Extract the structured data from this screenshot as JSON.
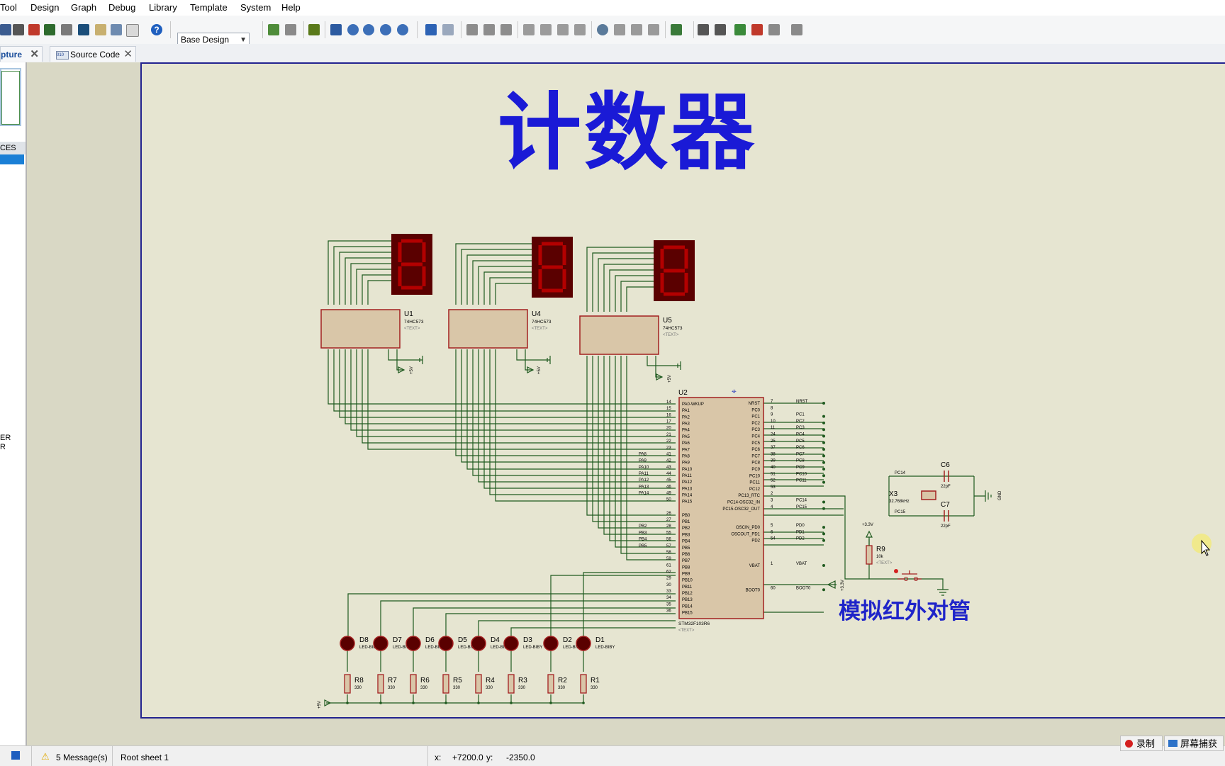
{
  "menu": [
    "Tool",
    "Design",
    "Graph",
    "Debug",
    "Library",
    "Template",
    "System",
    "Help"
  ],
  "toolbar": {
    "design_select": "Base Design"
  },
  "tabs": [
    {
      "label": "pture"
    },
    {
      "label": "Source Code"
    }
  ],
  "left_panel": {
    "header": "CES",
    "items": [
      "ER",
      "R"
    ]
  },
  "sheet": {
    "title": "计数器",
    "subtitle": "模拟红外对管",
    "components": {
      "latches": [
        {
          "ref": "U1",
          "part": "74HC573",
          "text": "<TEXT>"
        },
        {
          "ref": "U4",
          "part": "74HC573",
          "text": "<TEXT>"
        },
        {
          "ref": "U5",
          "part": "74HC573",
          "text": "<TEXT>"
        }
      ],
      "mcu": {
        "ref": "U2",
        "part": "STM32F103R6",
        "text": "<TEXT>"
      },
      "crystal": {
        "ref": "X3",
        "value": "32.768kHz"
      },
      "capacitors": [
        {
          "ref": "C6",
          "value": "22pF"
        },
        {
          "ref": "C7",
          "value": "22pF"
        }
      ],
      "pullup": {
        "ref": "R9",
        "value": "10k",
        "text": "<TEXT>"
      },
      "leds": [
        "D8",
        "D7",
        "D6",
        "D5",
        "D4",
        "D3",
        "D2",
        "D1"
      ],
      "led_part": "LED-BIBY",
      "resistors": [
        "R8",
        "R7",
        "R6",
        "R5",
        "R4",
        "R3",
        "R2",
        "R1"
      ],
      "resistor_value": "330",
      "mcu_left_pins": [
        {
          "num": "14",
          "name": "PA0-WKUP"
        },
        {
          "num": "15",
          "name": "PA1"
        },
        {
          "num": "16",
          "name": "PA2"
        },
        {
          "num": "17",
          "name": "PA3"
        },
        {
          "num": "20",
          "name": "PA4"
        },
        {
          "num": "21",
          "name": "PA5"
        },
        {
          "num": "22",
          "name": "PA6"
        },
        {
          "num": "23",
          "name": "PA7"
        },
        {
          "num": "41",
          "name": "PA8",
          "net": "PA8"
        },
        {
          "num": "42",
          "name": "PA9",
          "net": "PA9"
        },
        {
          "num": "43",
          "name": "PA10",
          "net": "PA10"
        },
        {
          "num": "44",
          "name": "PA11",
          "net": "PA11"
        },
        {
          "num": "45",
          "name": "PA12",
          "net": "PA12"
        },
        {
          "num": "46",
          "name": "PA13",
          "net": "PA13"
        },
        {
          "num": "49",
          "name": "PA14",
          "net": "PA14"
        },
        {
          "num": "50",
          "name": "PA15"
        },
        {
          "num": "26",
          "name": "PB0"
        },
        {
          "num": "27",
          "name": "PB1"
        },
        {
          "num": "28",
          "name": "PB2",
          "net": "PB2"
        },
        {
          "num": "55",
          "name": "PB3",
          "net": "PB3"
        },
        {
          "num": "56",
          "name": "PB4",
          "net": "PB4"
        },
        {
          "num": "57",
          "name": "PB5",
          "net": "PB5"
        },
        {
          "num": "58",
          "name": "PB6"
        },
        {
          "num": "59",
          "name": "PB7"
        },
        {
          "num": "61",
          "name": "PB8"
        },
        {
          "num": "62",
          "name": "PB9"
        },
        {
          "num": "29",
          "name": "PB10"
        },
        {
          "num": "30",
          "name": "PB11"
        },
        {
          "num": "33",
          "name": "PB12"
        },
        {
          "num": "34",
          "name": "PB13"
        },
        {
          "num": "35",
          "name": "PB14"
        },
        {
          "num": "36",
          "name": "PB15"
        }
      ],
      "mcu_right_pins": [
        {
          "num": "7",
          "name": "NRST",
          "net": "NRST"
        },
        {
          "num": "8",
          "name": "PC0"
        },
        {
          "num": "9",
          "name": "PC1",
          "net": "PC1"
        },
        {
          "num": "10",
          "name": "PC2",
          "net": "PC2"
        },
        {
          "num": "11",
          "name": "PC3",
          "net": "PC3"
        },
        {
          "num": "24",
          "name": "PC4",
          "net": "PC4"
        },
        {
          "num": "25",
          "name": "PC5",
          "net": "PC5"
        },
        {
          "num": "37",
          "name": "PC6",
          "net": "PC6"
        },
        {
          "num": "38",
          "name": "PC7",
          "net": "PC7"
        },
        {
          "num": "39",
          "name": "PC8",
          "net": "PC8"
        },
        {
          "num": "40",
          "name": "PC9",
          "net": "PC9"
        },
        {
          "num": "51",
          "name": "PC10",
          "net": "PC10"
        },
        {
          "num": "52",
          "name": "PC11",
          "net": "PC11"
        },
        {
          "num": "53",
          "name": "PC12"
        },
        {
          "num": "2",
          "name": "PC13_RTC"
        },
        {
          "num": "3",
          "name": "PC14-OSC32_IN",
          "net": "PC14"
        },
        {
          "num": "4",
          "name": "PC15-OSC32_OUT",
          "net": "PC15"
        },
        {
          "num": "5",
          "name": "OSCIN_PD0",
          "net": "PD0"
        },
        {
          "num": "6",
          "name": "OSCOUT_PD1",
          "net": "PD1"
        },
        {
          "num": "54",
          "name": "PD2",
          "net": "PD2"
        },
        {
          "num": "1",
          "name": "VBAT",
          "net": "VBAT"
        },
        {
          "num": "60",
          "name": "BOOT0",
          "net": "BOOT0"
        }
      ],
      "net_labels": {
        "pc14": "PC14",
        "pc15": "PC15",
        "plus5v": "+5V",
        "plus33v": "+3.3V",
        "gnd": "GND"
      }
    }
  },
  "status": {
    "messages": "5 Message(s)",
    "sheet": "Root sheet 1",
    "x_label": "x:",
    "x_value": "+7200.0",
    "y_label": "y:",
    "y_value": "-2350.0"
  },
  "recorder": {
    "record": "录制",
    "capture": "屏幕捕获"
  },
  "colors": {
    "sheet_bg": "#e6e5d1",
    "wire": "#1f5a1f",
    "component": "#a32020",
    "title": "#1a1ad6",
    "segment_display": "#5a0000"
  }
}
